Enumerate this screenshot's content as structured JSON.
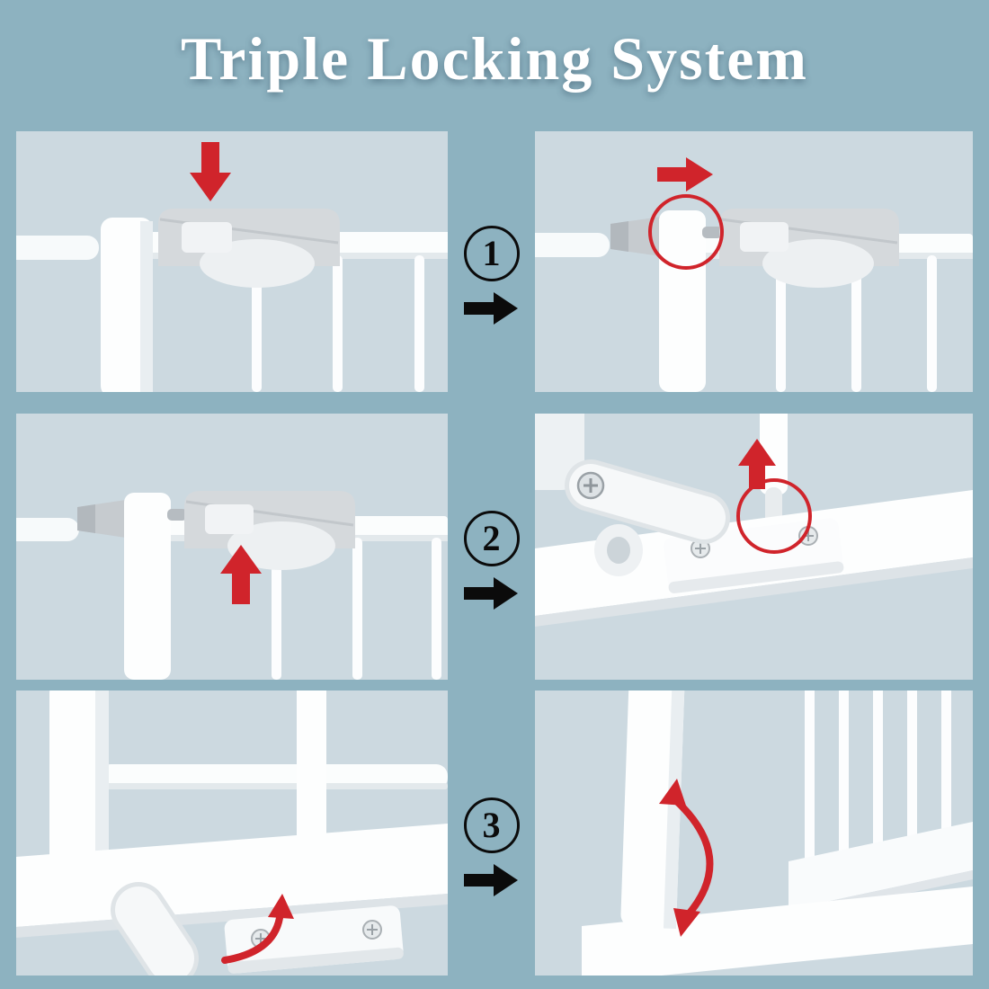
{
  "page": {
    "title": "Triple Locking System"
  },
  "steps": [
    {
      "number": "1"
    },
    {
      "number": "2"
    },
    {
      "number": "3"
    }
  ],
  "colors": {
    "background": "#8db2c0",
    "panel_background": "#ccd9e0",
    "arrow_red": "#d0242b",
    "arrow_black": "#0b0b0b",
    "title_color": "#ffffff",
    "gate_white": "#fdfefe",
    "handle_gray": "#d5d9dc"
  }
}
